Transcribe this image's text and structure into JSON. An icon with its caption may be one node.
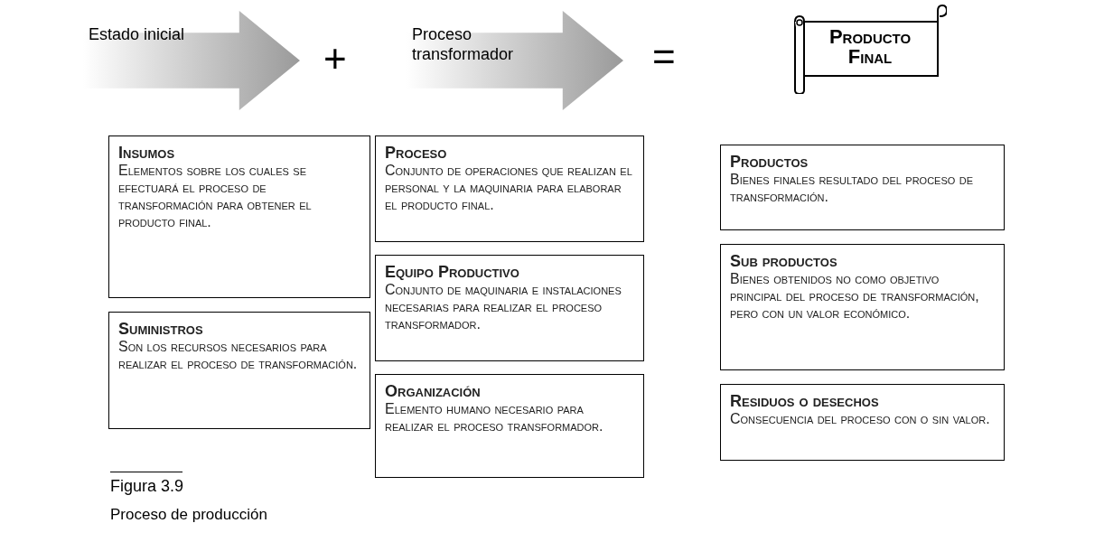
{
  "diagram": {
    "nodes": [
      {
        "text": [
          "Estado inicial"
        ]
      },
      {
        "text": [
          "Proceso transformador"
        ]
      },
      {
        "text": [
          "Producto Final"
        ]
      },
      {
        "text": [
          "Insumos",
          "Elementos sobre los cuales se efectuará el proceso de transformación para obtener el producto final."
        ]
      },
      {
        "text": [
          "Suministros",
          "Son los recursos necesarios para realizar el proceso de transformación."
        ]
      },
      {
        "text": [
          "Proceso",
          "Conjunto de operaciones que realizan el personal y la maquinaria para elaborar el producto final."
        ]
      },
      {
        "text": [
          "Equipo Productivo",
          "Conjunto de maquinaria e instalaciones necesarias para realizar el proceso transformador."
        ]
      },
      {
        "text": [
          "Organización",
          "Elemento humano necesario para realizar el proceso transformador."
        ]
      },
      {
        "text": [
          "Productos",
          "Bienes finales resultado del proceso de transformación."
        ]
      },
      {
        "text": [
          "Sub productos",
          "Bienes obtenidos no como objetivo principal del proceso de transformación, pero con un valor económico."
        ]
      },
      {
        "text": [
          "Residuos o desechos",
          "Consecuencia del proceso con o sin valor."
        ]
      }
    ],
    "labels": [
      "+",
      "=",
      "Figura 3.9",
      "Proceso de producción"
    ]
  }
}
